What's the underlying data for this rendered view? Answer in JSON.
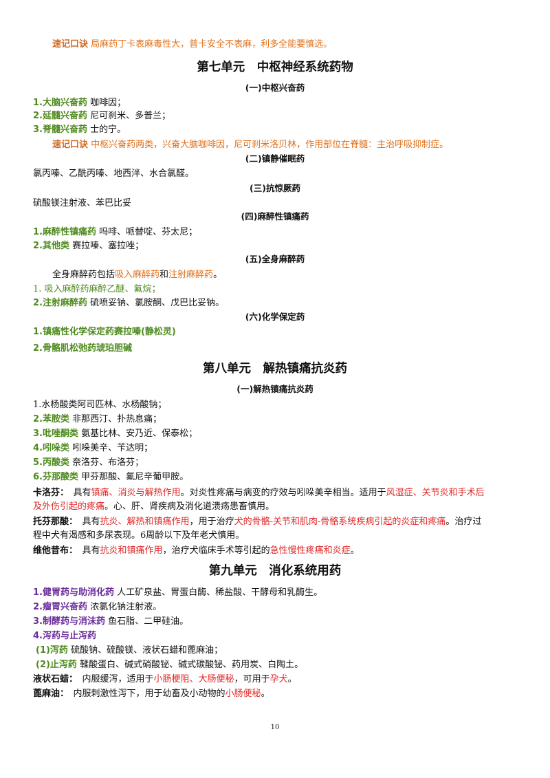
{
  "mnemonic_label": "速记口诀",
  "l1": {
    "text": "局麻药丁卡表麻毒性大，普卡安全不表麻，利多全能要慎选。"
  },
  "u7": {
    "title": "第七单元　中枢神经系统药物",
    "s1": "(一)中枢兴奋药",
    "i1": {
      "label": "1.大脑兴奋药",
      "text": "咖啡因；"
    },
    "i2": {
      "label": "2.延髓兴奋药",
      "text": "尼可刹米、多普兰；"
    },
    "i3": {
      "label": "3.脊髓兴奋药",
      "text": "士的宁。"
    },
    "m": "中枢兴奋药两类，兴奋大脑咖啡因，尼可刹米洛贝林，作用部位在脊髓：主治呼吸抑制症。",
    "s2": "(二)镇静催眠药",
    "t2": "氯丙嗪、乙酰丙嗪、地西泮、水合氯醛。",
    "s3": "(三)抗惊厥药",
    "t3": "硫酸镁注射液、苯巴比妥",
    "s4": "(四)麻醉性镇痛药",
    "i4": {
      "label": "1.麻醉性镇痛药",
      "text": "吗啡、哌替啶、芬太尼；"
    },
    "i5": {
      "label": "2.其他类",
      "text": "赛拉嗪、塞拉唑；"
    },
    "s5": "(五)全身麻醉药",
    "g1": {
      "pre": "全身麻醉药包括",
      "a": "吸入麻醉药",
      "mid": "和",
      "b": "注射麻醉药",
      "end": "。"
    },
    "g2": "1. 吸入麻醉药麻醉乙醚、氟烷；",
    "g3": {
      "label": "2.注射麻醉药",
      "text": "硫喷妥钠、氯胺酮、戊巴比妥钠。"
    },
    "s6": "(六)化学保定药",
    "h1": "1.镇痛性化学保定药赛拉嗪(静松灵)",
    "h2": "2.骨骼肌松弛药琥珀胆碱"
  },
  "u8": {
    "title": "第八单元　解热镇痛抗炎药",
    "s1": "(一)解热镇痛抗炎药",
    "i1": "1.水杨酸类阿司匹林、水杨酸钠；",
    "i2": {
      "label": "2.苯胺类",
      "text": "非那西汀、扑热息痛；"
    },
    "i3": {
      "label": "3.吡唑酮类",
      "text": "氨基比林、安乃近、保泰松；"
    },
    "i4": {
      "label": "4.吲哚类",
      "text": "吲哚美辛、苄达明；"
    },
    "i5": {
      "label": "5.丙酸类",
      "text": "奈洛芬、布洛芬；"
    },
    "i6": {
      "label": "6.芬那酸类",
      "text": "甲芬那酸、氟尼辛葡甲胺。"
    },
    "k": {
      "label": "卡洛芬：",
      "t1": "具有",
      "r1": "镇痛、消炎与解热作用",
      "t2": "。对炎性疼痛与病变的疗效与吲哚美辛相当。适用于",
      "r2": "风湿症、关节炎和手术后",
      "r3": "及外伤引起的疼痛",
      "t3": "。心、肝、肾疾病及消化道溃疡患畜慎用。"
    },
    "t": {
      "label": "托芬那酸：",
      "t1": "具有",
      "r1": "抗炎、解热和镇痛作用",
      "t2": "，用于治疗",
      "r2": "犬的骨骼-关节和肌肉-骨骼系统疾病引起的炎症和疼痛",
      "t3": "。治疗过",
      "t4": "程中犬有渴感和多尿表现。6周龄以下及年老犬慎用。"
    },
    "w": {
      "label": "维他昔布：",
      "t1": "具有",
      "r1": "抗炎和镇痛作用",
      "t2": "，治疗犬临床手术等引起的",
      "r2": "急性慢性疼痛和炎症",
      "t3": "。"
    }
  },
  "u9": {
    "title": "第九单元　消化系统用药",
    "i1": {
      "label": "1.健胃药与助消化药",
      "text": "人工矿泉盐、胃蛋白酶、稀盐酸、干酵母和乳酶生。"
    },
    "i2": {
      "label": "2.瘤胃兴奋药",
      "text": "浓氯化钠注射液。"
    },
    "i3": {
      "label": "3.制酵药与消沫药",
      "text": "鱼石脂、二甲硅油。"
    },
    "i4": "4.泻药与止泻药",
    "i5": {
      "label": "(1)泻药",
      "text": "硫酸钠、硫酸镁、液状石蜡和蓖麻油；"
    },
    "i6": {
      "label": "(2)止泻药",
      "text": "鞣酸蛋白、碱式硝酸铋、碱式碳酸铋、药用炭、白陶土。"
    },
    "y": {
      "label": "液状石蜡：",
      "t1": "内服缓泻，适用于",
      "r1": "小肠梗阻、大肠便秘",
      "t2": "，可用于",
      "r2": "孕犬",
      "t3": "。"
    },
    "b": {
      "label": "蓖麻油：",
      "t1": "内服刺激性泻下，用于幼畜及小动物的",
      "r1": "小肠便秘",
      "t2": "。"
    }
  },
  "page_number": "10"
}
